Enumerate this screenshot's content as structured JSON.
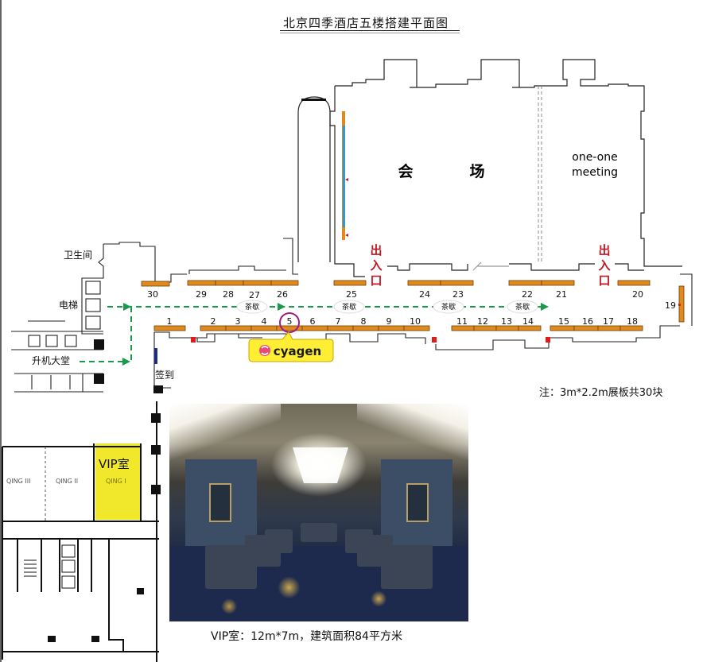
{
  "title": "北京四季酒店五楼搭建平面图",
  "main_hall": {
    "label_left": "会",
    "label_right": "场",
    "meeting_room_line1": "one-one",
    "meeting_room_line2": "meeting"
  },
  "exits": [
    {
      "label": "出入口"
    },
    {
      "label": "出入口"
    }
  ],
  "facilities": {
    "restroom": "卫生间",
    "elevator": "电梯",
    "elevator_lobby": "升机大堂",
    "checkin": "签到"
  },
  "tea_break_label": "茶歇",
  "tea_breaks": [
    "茶歇",
    "茶歇",
    "茶歇",
    "茶歇"
  ],
  "booths": {
    "top_row": [
      "30",
      "29",
      "28",
      "27",
      "26",
      "25",
      "24",
      "23",
      "22",
      "21",
      "20"
    ],
    "side": [
      "19"
    ],
    "bottom_row": [
      "1",
      "2",
      "3",
      "4",
      "5",
      "6",
      "7",
      "8",
      "9",
      "10",
      "11",
      "12",
      "13",
      "14",
      "15",
      "16",
      "17",
      "18"
    ]
  },
  "highlighted_booth": {
    "number": "5",
    "exhibitor": "cyagen"
  },
  "note": "注：3m*2.2m展板共30块",
  "vip": {
    "room_label": "VIP室",
    "rooms": [
      "QING III",
      "QING II",
      "QING I"
    ],
    "caption": "VIP室：12m*7m，建筑面积84平方米",
    "highlight_color": "#f2e82b"
  },
  "colors": {
    "booth": "#e08a1e",
    "exit_text": "#c01722",
    "route": "#1a9a4a",
    "stage": "#2b9ad6",
    "highlight_ring": "#a01f7e",
    "cyagen_bg": "#ffee33"
  }
}
